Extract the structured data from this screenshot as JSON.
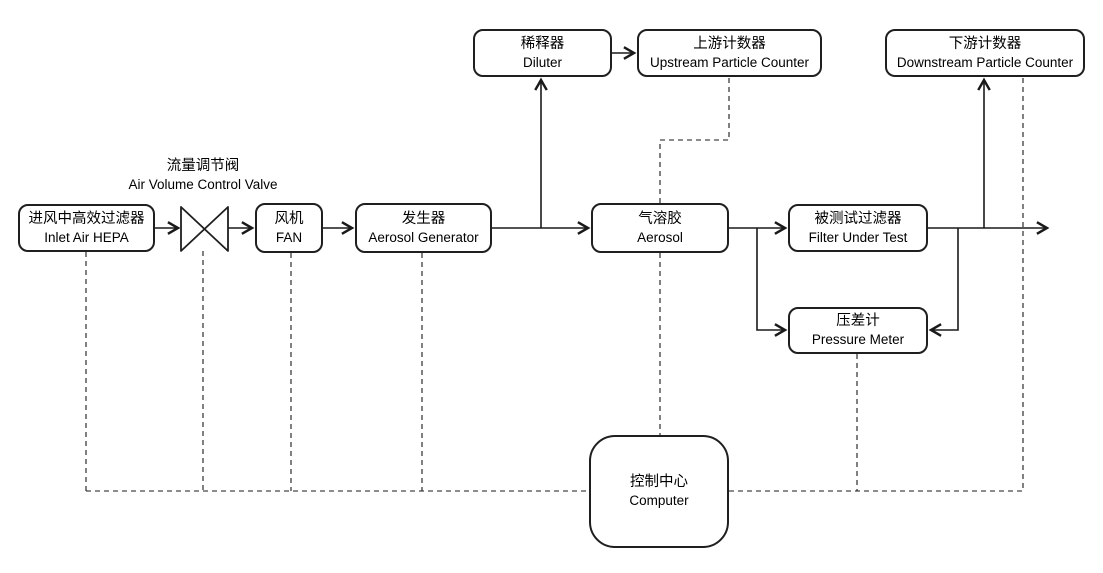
{
  "nodes": {
    "inlet_hepa": {
      "zh": "进风中高效过滤器",
      "en": "Inlet Air HEPA"
    },
    "valve": {
      "zh": "流量调节阀",
      "en": "Air Volume Control Valve"
    },
    "fan": {
      "zh": "风机",
      "en": "FAN"
    },
    "aerosol_generator": {
      "zh": "发生器",
      "en": "Aerosol Generator"
    },
    "aerosol": {
      "zh": "气溶胶",
      "en": "Aerosol"
    },
    "filter_under_test": {
      "zh": "被测试过滤器",
      "en": "Filter Under Test"
    },
    "pressure_meter": {
      "zh": "压差计",
      "en": "Pressure Meter"
    },
    "diluter": {
      "zh": "稀释器",
      "en": "Diluter"
    },
    "upstream_counter": {
      "zh": "上游计数器",
      "en": "Upstream Particle Counter"
    },
    "downstream_counter": {
      "zh": "下游计数器",
      "en": "Downstream Particle Counter"
    },
    "computer": {
      "zh": "控制中心",
      "en": "Computer"
    }
  },
  "colors": {
    "line": "#1a1a1a",
    "box_border": "#1f1f1f",
    "background": "#ffffff",
    "text": "#000000"
  }
}
